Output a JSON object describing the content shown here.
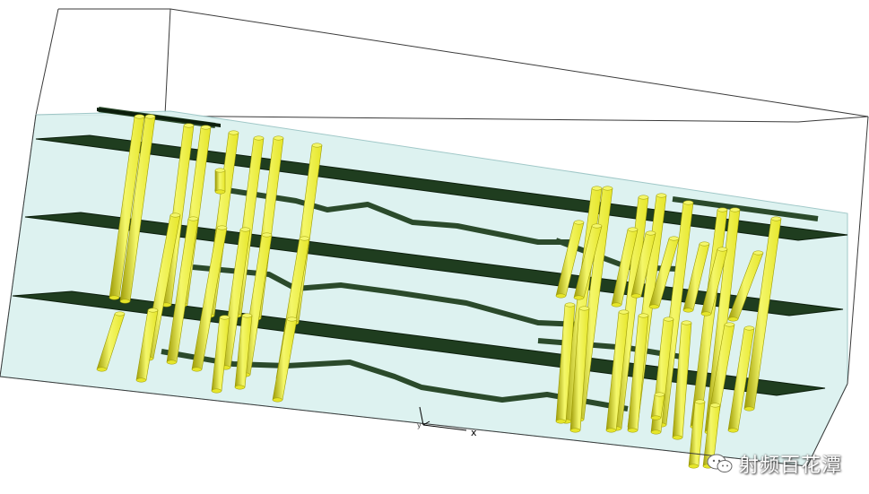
{
  "scene": {
    "colors": {
      "background": "#ffffff",
      "box_edge": "#3a3a3a",
      "dielectric": "#dcf2f0",
      "dielectric_edge": "#9cc6c6",
      "plane": "#1f3d1f",
      "plane_edge": "#0c1e0c",
      "trace": "#2b4a2b",
      "via_light": "#f4f76a",
      "via_mid": "#e6e62a",
      "via_dark": "#9c9a06"
    }
  },
  "axes": {
    "x_label": "x",
    "y_label": "y"
  },
  "watermark": {
    "text": "射频百花潭",
    "icon": "wechat-icon"
  }
}
